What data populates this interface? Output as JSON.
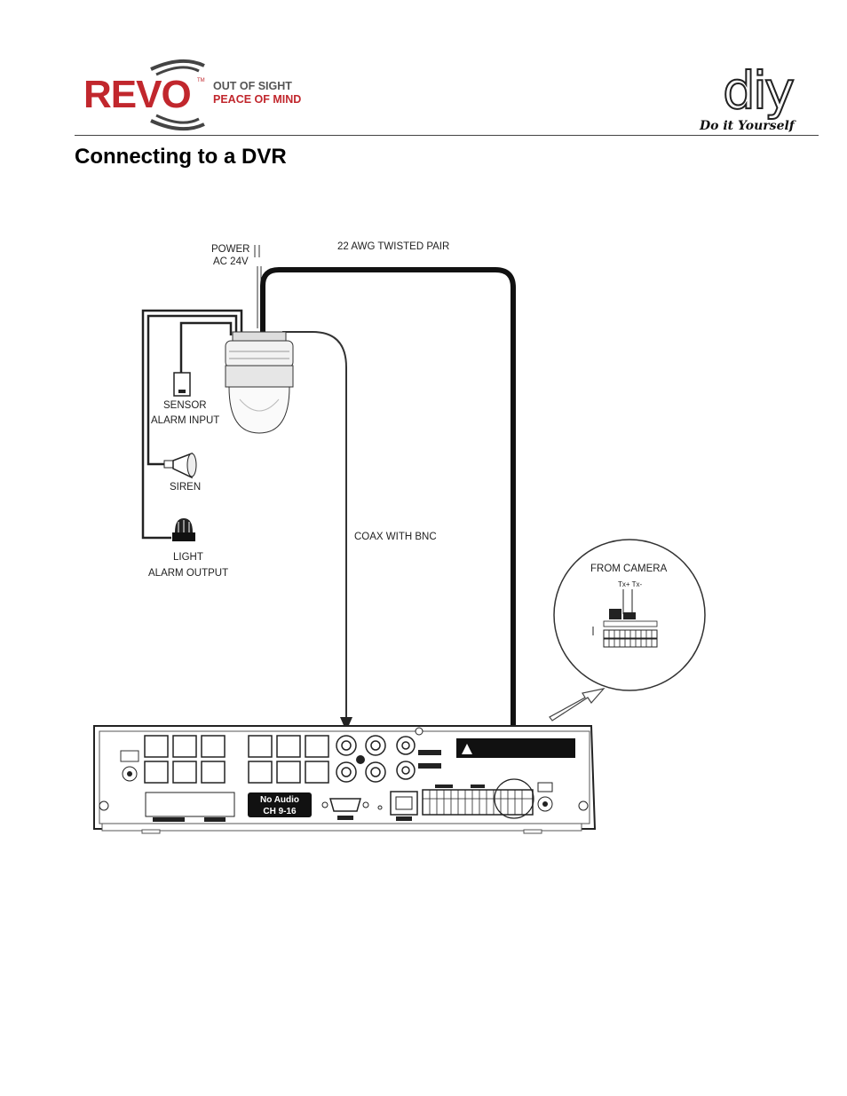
{
  "header": {
    "brand": "REVO",
    "tagline_line1": "OUT OF SIGHT",
    "tagline_line2": "PEACE OF MIND",
    "diy_logo": "diy",
    "diy_caption": "Do it Yourself"
  },
  "page_title": "Connecting to a DVR",
  "diagram": {
    "power_label_1": "POWER",
    "power_label_2": "AC 24V",
    "twisted_pair_label": "22 AWG TWISTED PAIR",
    "sensor_label_1": "SENSOR",
    "sensor_label_2": "ALARM INPUT",
    "siren_label": "SIREN",
    "light_label_1": "LIGHT",
    "light_label_2": "ALARM OUTPUT",
    "coax_label": "COAX WITH BNC",
    "inset_label": "FROM CAMERA",
    "inset_pins": "Tx+ Tx-",
    "audio_badge_1": "No Audio",
    "audio_badge_2": "CH 9-16"
  },
  "colors": {
    "brand_red": "#c1272d",
    "line_dark": "#111111"
  }
}
